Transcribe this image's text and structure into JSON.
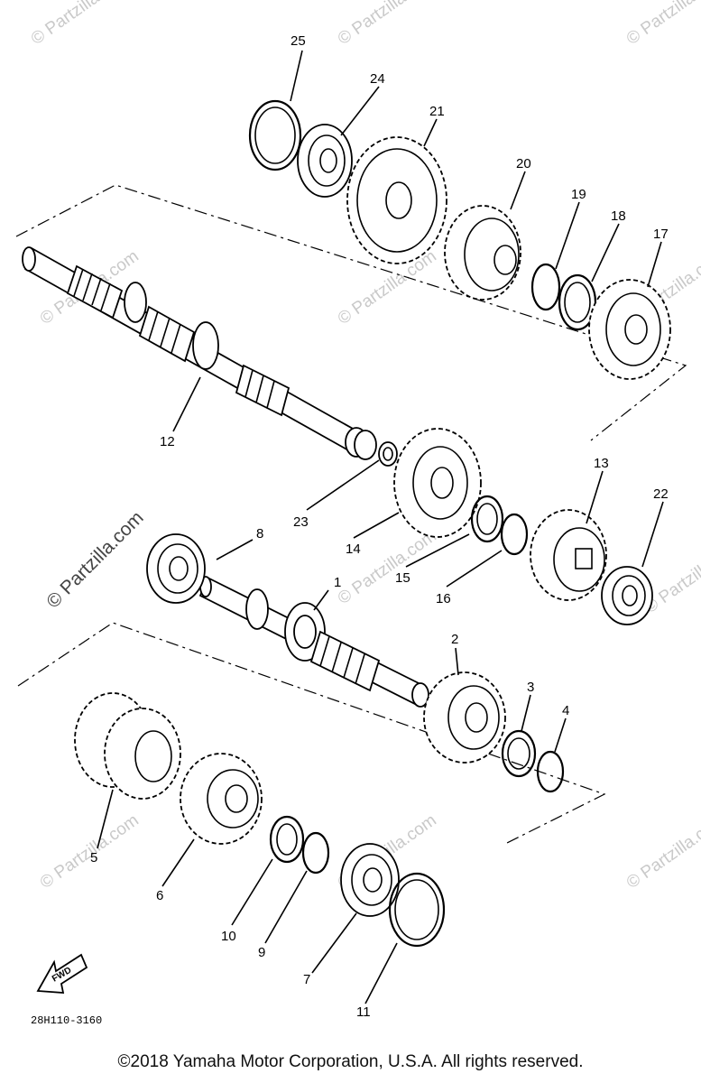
{
  "diagram": {
    "watermark_text": "© Partzilla.com",
    "reference_code": "28H110-3160",
    "fwd_label": "FWD",
    "callouts": {
      "n1": "1",
      "n2": "2",
      "n3": "3",
      "n4": "4",
      "n5": "5",
      "n6": "6",
      "n7": "7",
      "n8": "8",
      "n9": "9",
      "n10": "10",
      "n11": "11",
      "n12": "12",
      "n13": "13",
      "n14": "14",
      "n15": "15",
      "n16": "16",
      "n17": "17",
      "n18": "18",
      "n19": "19",
      "n20": "20",
      "n21": "21",
      "n22": "22",
      "n23": "23",
      "n24": "24",
      "n25": "25"
    }
  },
  "footer": {
    "copyright": "©2018 Yamaha Motor Corporation, U.S.A. All rights reserved."
  }
}
